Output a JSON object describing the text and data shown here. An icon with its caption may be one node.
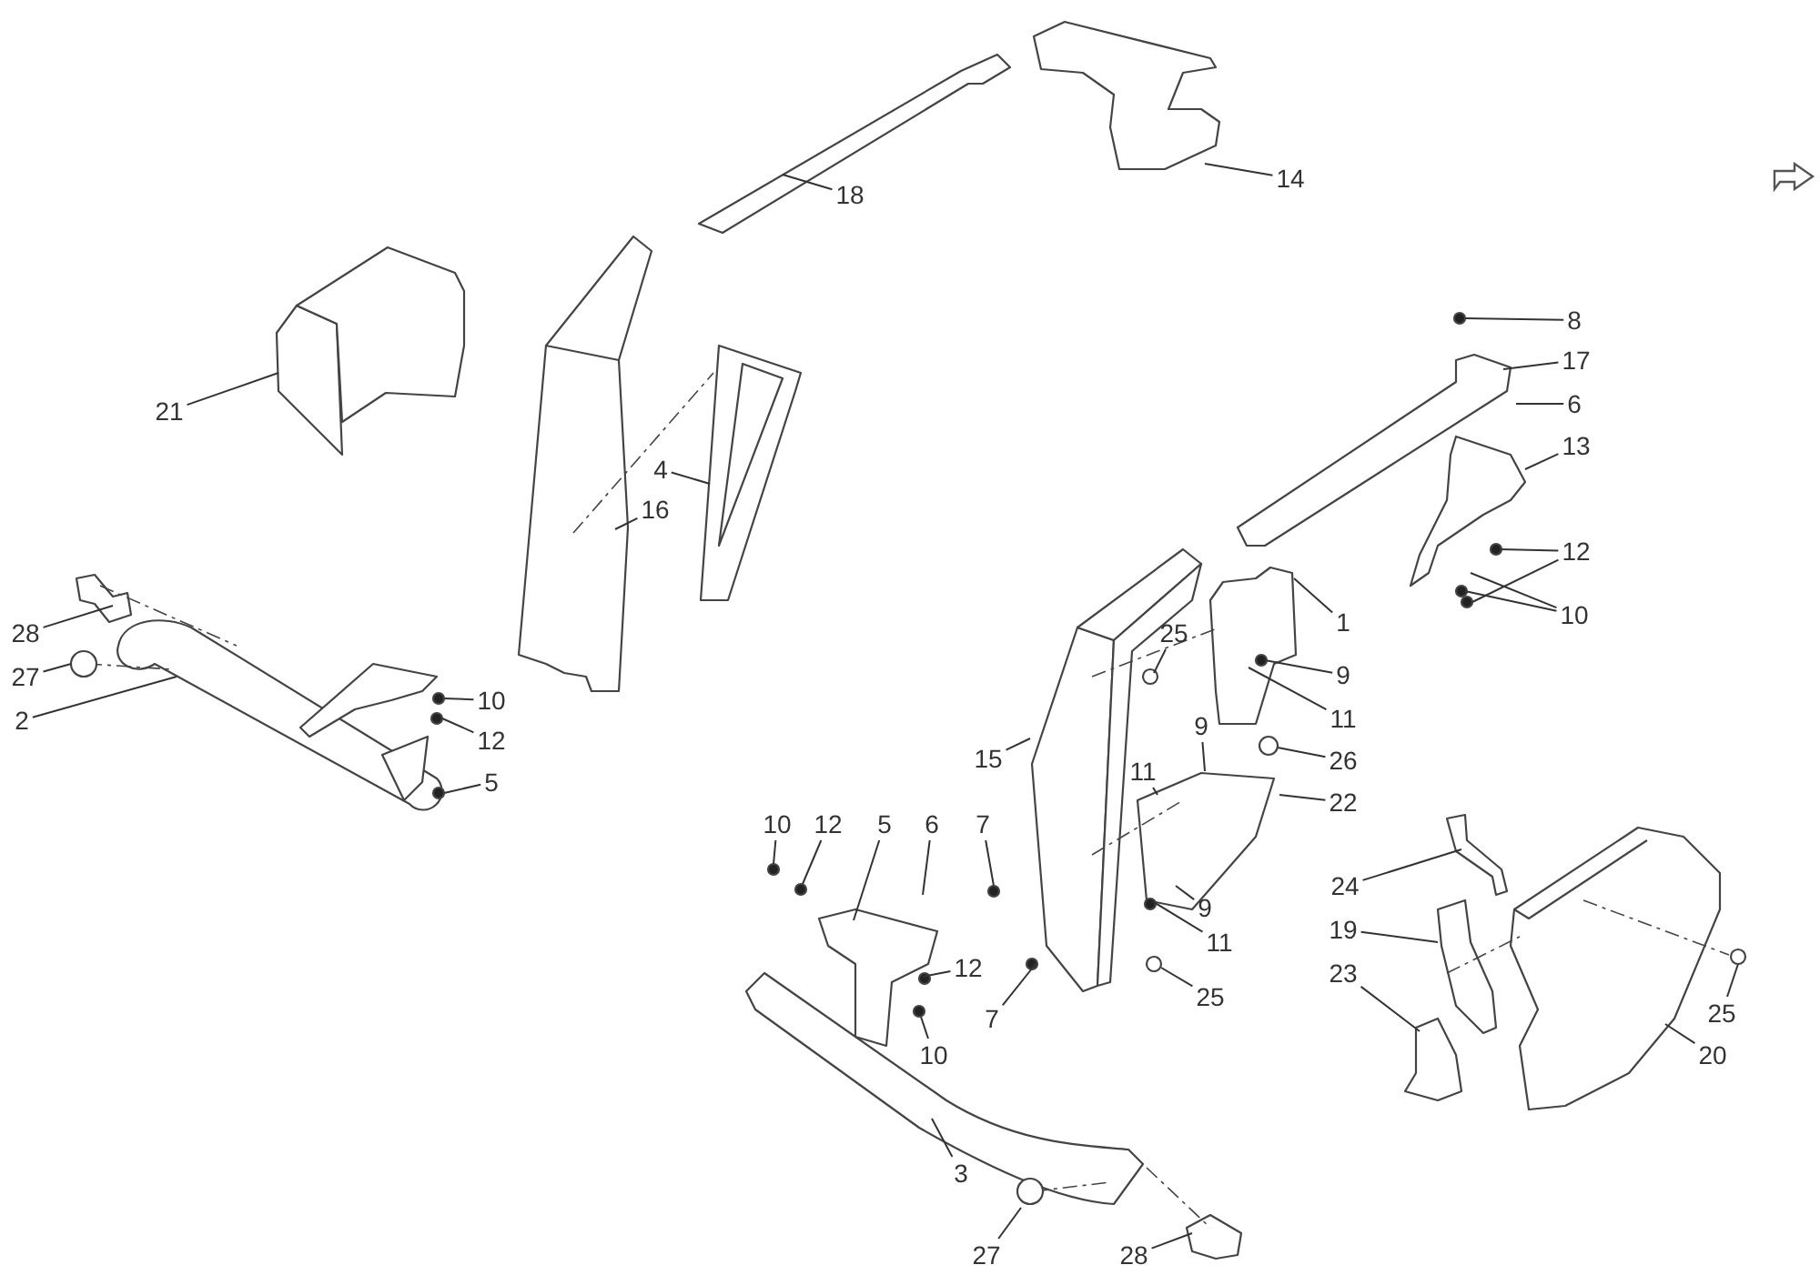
{
  "diagram": {
    "nodes": [
      {
        "text": [
          "14"
        ]
      },
      {
        "text": [
          "18"
        ]
      },
      {
        "text": [
          "8"
        ]
      },
      {
        "text": [
          "17"
        ]
      },
      {
        "text": [
          "6"
        ]
      },
      {
        "text": [
          "21"
        ]
      },
      {
        "text": [
          "13"
        ]
      },
      {
        "text": [
          "4"
        ]
      },
      {
        "text": [
          "16"
        ]
      },
      {
        "text": [
          "12"
        ]
      },
      {
        "text": [
          "10"
        ]
      },
      {
        "text": [
          "1"
        ]
      },
      {
        "text": [
          "25"
        ]
      },
      {
        "text": [
          "28"
        ]
      },
      {
        "text": [
          "9"
        ]
      },
      {
        "text": [
          "27"
        ]
      },
      {
        "text": [
          "10"
        ]
      },
      {
        "text": [
          "11"
        ]
      },
      {
        "text": [
          "2"
        ]
      },
      {
        "text": [
          "9"
        ]
      },
      {
        "text": [
          "12"
        ]
      },
      {
        "text": [
          "15"
        ]
      },
      {
        "text": [
          "26"
        ]
      },
      {
        "text": [
          "11"
        ]
      },
      {
        "text": [
          "5"
        ]
      },
      {
        "text": [
          "22"
        ]
      },
      {
        "text": [
          "10"
        ]
      },
      {
        "text": [
          "12"
        ]
      },
      {
        "text": [
          "5"
        ]
      },
      {
        "text": [
          "6"
        ]
      },
      {
        "text": [
          "7"
        ]
      },
      {
        "text": [
          "24"
        ]
      },
      {
        "text": [
          "9"
        ]
      },
      {
        "text": [
          "19"
        ]
      },
      {
        "text": [
          "11"
        ]
      },
      {
        "text": [
          "12"
        ]
      },
      {
        "text": [
          "23"
        ]
      },
      {
        "text": [
          "25"
        ]
      },
      {
        "text": [
          "7"
        ]
      },
      {
        "text": [
          "25"
        ]
      },
      {
        "text": [
          "10"
        ]
      },
      {
        "text": [
          "20"
        ]
      },
      {
        "text": [
          "3"
        ]
      },
      {
        "text": [
          "27"
        ]
      },
      {
        "text": [
          "28"
        ]
      }
    ],
    "edges": [
      {
        "from": 0,
        "to": null,
        "arrow": "none"
      },
      {
        "from": 1,
        "to": null,
        "arrow": "none"
      },
      {
        "from": 2,
        "to": null,
        "arrow": "none"
      },
      {
        "from": 3,
        "to": null,
        "arrow": "none"
      },
      {
        "from": 4,
        "to": null,
        "arrow": "none"
      },
      {
        "from": 5,
        "to": null,
        "arrow": "none"
      },
      {
        "from": 6,
        "to": null,
        "arrow": "none"
      },
      {
        "from": 7,
        "to": null,
        "arrow": "none"
      },
      {
        "from": 8,
        "to": null,
        "arrow": "none"
      },
      {
        "from": 9,
        "to": null,
        "arrow": "none"
      },
      {
        "from": 10,
        "to": null,
        "arrow": "none"
      },
      {
        "from": 11,
        "to": null,
        "arrow": "none"
      },
      {
        "from": 12,
        "to": null,
        "arrow": "none"
      },
      {
        "from": 13,
        "to": null,
        "arrow": "none"
      },
      {
        "from": 14,
        "to": null,
        "arrow": "none"
      },
      {
        "from": 15,
        "to": null,
        "arrow": "none"
      },
      {
        "from": 16,
        "to": null,
        "arrow": "none"
      },
      {
        "from": 17,
        "to": null,
        "arrow": "none"
      },
      {
        "from": 18,
        "to": null,
        "arrow": "none"
      },
      {
        "from": 19,
        "to": null,
        "arrow": "none"
      },
      {
        "from": 20,
        "to": null,
        "arrow": "none"
      },
      {
        "from": 21,
        "to": null,
        "arrow": "none"
      },
      {
        "from": 22,
        "to": null,
        "arrow": "none"
      },
      {
        "from": 23,
        "to": null,
        "arrow": "none"
      },
      {
        "from": 24,
        "to": null,
        "arrow": "none"
      },
      {
        "from": 25,
        "to": null,
        "arrow": "none"
      },
      {
        "from": 26,
        "to": null,
        "arrow": "none"
      },
      {
        "from": 27,
        "to": null,
        "arrow": "none"
      },
      {
        "from": 28,
        "to": null,
        "arrow": "none"
      },
      {
        "from": 29,
        "to": null,
        "arrow": "none"
      },
      {
        "from": 30,
        "to": null,
        "arrow": "none"
      },
      {
        "from": 31,
        "to": null,
        "arrow": "none"
      },
      {
        "from": 32,
        "to": null,
        "arrow": "none"
      },
      {
        "from": 33,
        "to": null,
        "arrow": "none"
      },
      {
        "from": 34,
        "to": null,
        "arrow": "none"
      },
      {
        "from": 35,
        "to": null,
        "arrow": "none"
      },
      {
        "from": 36,
        "to": null,
        "arrow": "none"
      },
      {
        "from": 37,
        "to": null,
        "arrow": "none"
      },
      {
        "from": 38,
        "to": null,
        "arrow": "none"
      },
      {
        "from": 39,
        "to": null,
        "arrow": "none"
      },
      {
        "from": 40,
        "to": null,
        "arrow": "none"
      },
      {
        "from": 41,
        "to": null,
        "arrow": "none"
      },
      {
        "from": 42,
        "to": null,
        "arrow": "none"
      },
      {
        "from": 43,
        "to": null,
        "arrow": "none"
      },
      {
        "from": 44,
        "to": null,
        "arrow": "none"
      },
      {
        "from": 9,
        "to": null,
        "arrow": "none"
      },
      {
        "from": 10,
        "to": null,
        "arrow": "none"
      }
    ]
  }
}
